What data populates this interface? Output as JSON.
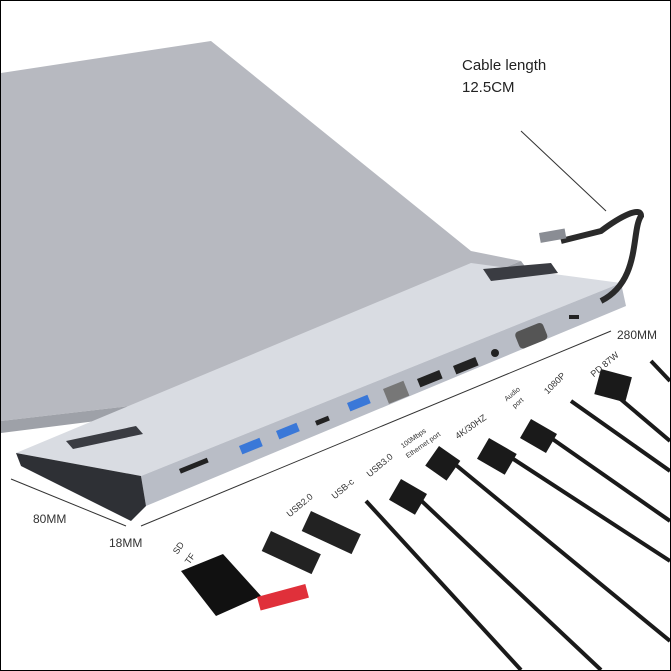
{
  "cable": {
    "title": "Cable length",
    "value": "12.5CM"
  },
  "dimensions": {
    "length": "280MM",
    "width": "80MM",
    "height": "18MM"
  },
  "port_labels": [
    "SD",
    "TF",
    "USB2.0",
    "USB-c",
    "USB3.0",
    "100Mbps",
    "Ethernet port",
    "4K/30HZ",
    "Audio",
    "port",
    "1080P",
    "PD 87W"
  ],
  "colors": {
    "hub": "#b9bdc6",
    "laptop": "#b7b9c0",
    "usb_blue": "#3a78d8",
    "cable": "#1a1a1a",
    "sd_red": "#e0303a"
  }
}
